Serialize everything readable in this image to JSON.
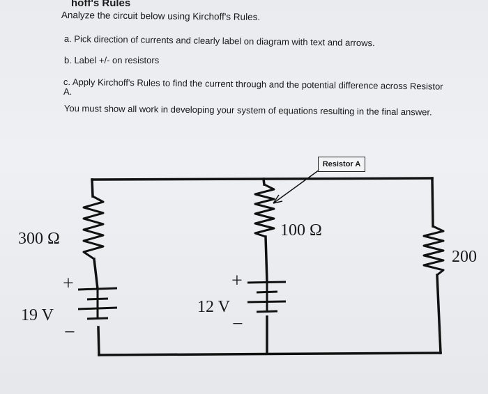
{
  "header": {
    "title": "hoff's Rules",
    "instruction": "Analyze the circuit below using Kirchoff's Rules.",
    "part_a": "a. Pick direction of currents and clearly label on diagram with text and arrows.",
    "part_b": "b. Label +/- on resistors",
    "part_c_line1": "c. Apply Kirchoff's Rules to find the current through and the potential difference across Resistor",
    "part_c_line2": "A.",
    "note": "You must show all work in developing your system of equations resulting in the final answer."
  },
  "circuit": {
    "resistor_left": "300 Ω",
    "resistor_middle": "100 Ω",
    "resistor_right": "200",
    "battery_left": "19 V",
    "battery_middle": "12 V",
    "plus_sign": "+",
    "minus_sign": "−",
    "resistor_a_label": "Resistor A"
  }
}
